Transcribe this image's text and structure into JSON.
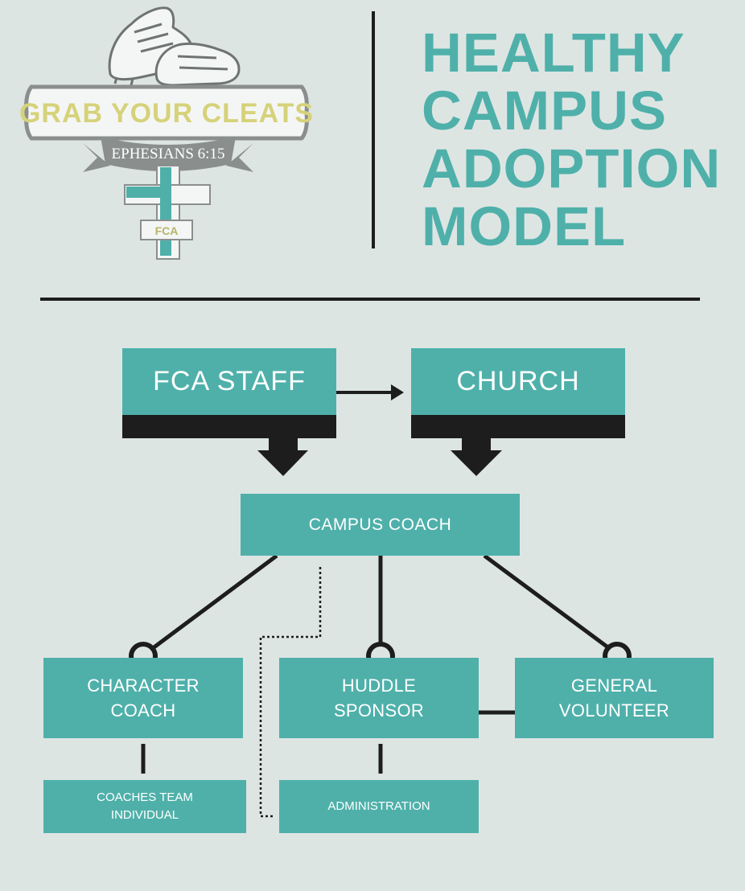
{
  "logo": {
    "banner_text": "GRAB YOUR CLEATS",
    "ribbon_text": "EPHESIANS 6:15",
    "cross_badge": "FCA"
  },
  "title": {
    "line1": "HEALTHY",
    "line2": "CAMPUS",
    "line3": "ADOPTION",
    "line4": "MODEL"
  },
  "diagram": {
    "fca_staff": "FCA STAFF",
    "church": "CHURCH",
    "campus_coach": "CAMPUS COACH",
    "character_coach": "CHARACTER\nCOACH",
    "huddle_sponsor": "HUDDLE\nSPONSOR",
    "general_volunteer": "GENERAL\nVOLUNTEER",
    "coaches_team": "COACHES TEAM\nINDIVIDUAL",
    "administration": "ADMINISTRATION"
  },
  "colors": {
    "background": "#dde5e3",
    "teal": "#4fb0aa",
    "dark": "#1d1d1d",
    "logo_yellow": "#d6d27a",
    "logo_gray": "#8a8f8e"
  }
}
